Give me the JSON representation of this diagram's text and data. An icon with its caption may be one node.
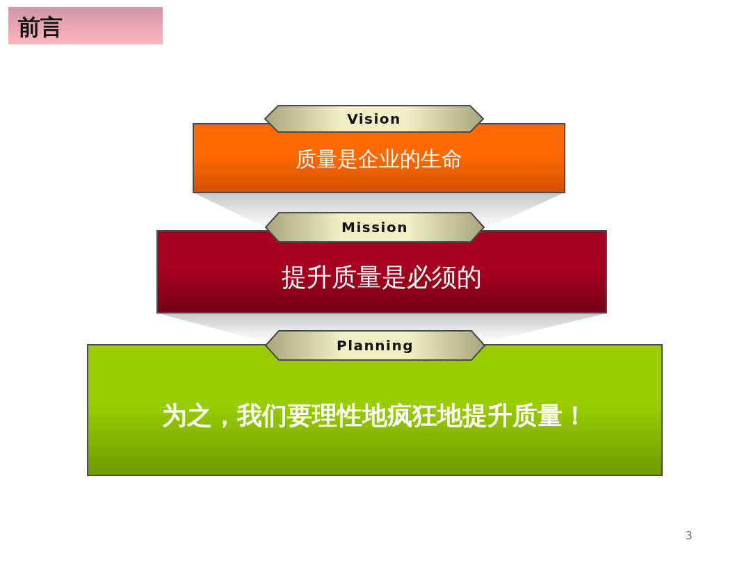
{
  "diagram": {
    "title": "前言",
    "nodes": [
      {
        "text": [
          "Vision"
        ]
      },
      {
        "text": [
          "质量是企业的生命"
        ]
      },
      {
        "text": [
          "Mission"
        ]
      },
      {
        "text": [
          "提升质量是必须的"
        ]
      },
      {
        "text": [
          "Planning"
        ]
      },
      {
        "text": [
          "为之，我们要理性地疯狂地提升质量！"
        ]
      }
    ],
    "labels": [
      "3"
    ]
  }
}
